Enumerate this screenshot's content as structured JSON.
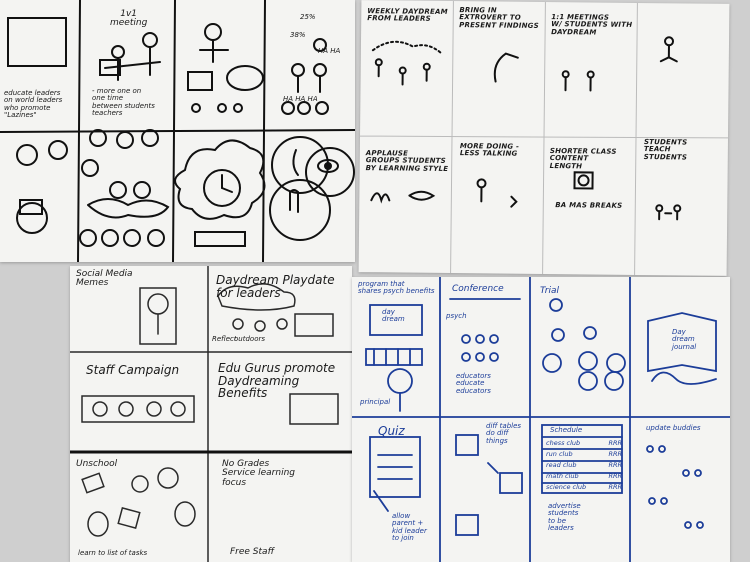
{
  "sheet_a": {
    "cell1": "educate leaders\non world leaders\nwho promote\n\"Lazines\"",
    "cell2_title": "1v1\nmeeting",
    "cell2": "- more one on\none time\nbetween students\nteachers",
    "cell4_pct1": "25%",
    "cell4_pct2": "38%",
    "cell4_ha": "HA HA",
    "cell4_ha2": "HA HA HA"
  },
  "sheet_b": {
    "p1": "Weekly Daydream\nfrom leaders",
    "p2": "Bring in\nExtrovert to\nPresent findings",
    "p3": "1:1 meetings\nw/ students with\ndaydream",
    "p4": "Applause\nGroups students\nby learning style",
    "p5": "More doing -\nLess talking",
    "p6": "Shorter class content\nlength",
    "p6b": "Ba mas breaks",
    "p7": "Students\nteach\nstudents"
  },
  "sheet_c": {
    "social": "Social Media\nMemes",
    "dp": "Daydream Playdate\nfor leaders",
    "outdoors": "outdoors",
    "reflect": "Reflect",
    "staff": "Staff Campaign",
    "edu": "Edu Gurus promote\nDaydreaming Benefits",
    "unschool": "Unschool",
    "nograde": "No Grades\nService learning\nfocus",
    "freestaff": "Free Staff",
    "learn": "learn to list of tasks"
  },
  "sheet_d": {
    "program": "program that\nshares psych benefits",
    "daydream": "day\ndream",
    "principal": "principal",
    "conference": "Conference",
    "psych": "psych",
    "educators": "educators\neducate\neducators",
    "trial": "Trial",
    "journal": "Day\ndream\njournal",
    "quiz": "Quiz",
    "allow": "allow\nparent +\nkid leader\nto join",
    "diff": "diff tables\ndo diff\nthings",
    "clubs_header": "Schedule",
    "clubs": [
      "chess club",
      "run club",
      "read club",
      "math club",
      "science club"
    ],
    "rrr": "RRR",
    "advertise": "advertise\nstudents\nto be\nleaders",
    "buddies": "update buddies"
  }
}
